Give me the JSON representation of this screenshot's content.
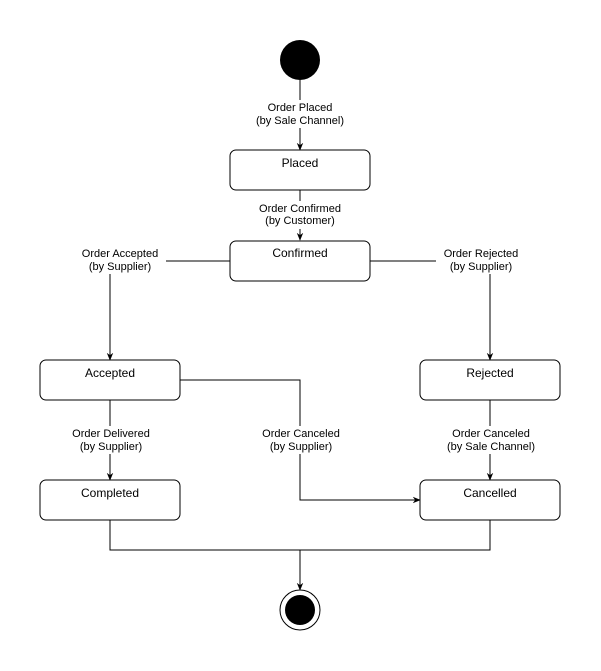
{
  "states": {
    "placed": "Placed",
    "confirmed": "Confirmed",
    "accepted": "Accepted",
    "rejected": "Rejected",
    "completed": "Completed",
    "cancelled": "Cancelled"
  },
  "transitions": {
    "order_placed": [
      "Order Placed",
      "(by Sale Channel)"
    ],
    "order_confirmed": [
      "Order Confirmed",
      "(by Customer)"
    ],
    "order_accepted": [
      "Order Accepted",
      "(by Supplier)"
    ],
    "order_rejected": [
      "Order Rejected",
      "(by Supplier)"
    ],
    "order_delivered": [
      "Order Delivered",
      "(by Supplier)"
    ],
    "order_canceled_supplier": [
      "Order Canceled",
      "(by Supplier)"
    ],
    "order_canceled_channel": [
      "Order Canceled",
      "(by Sale Channel)"
    ]
  }
}
